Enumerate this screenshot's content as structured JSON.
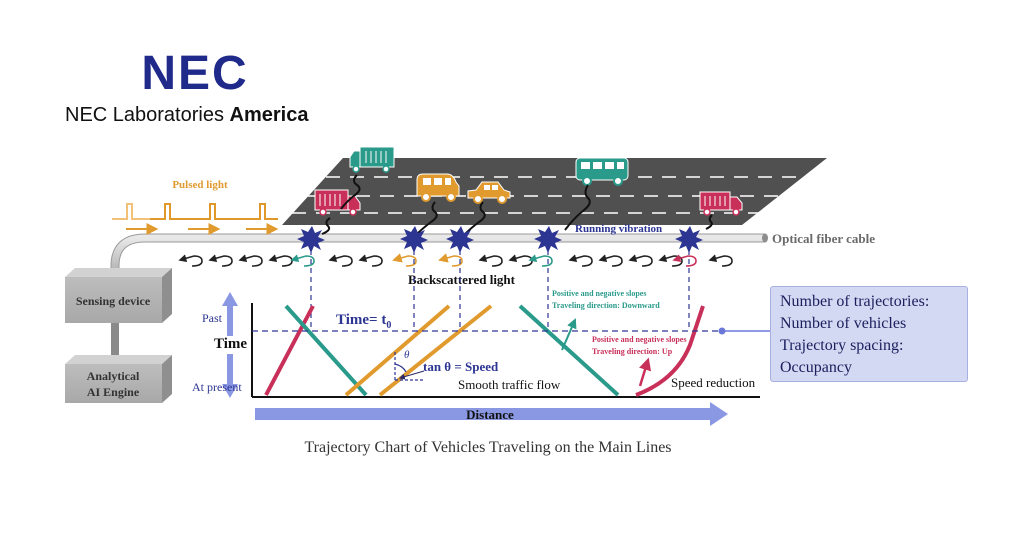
{
  "logo": {
    "brand": "NEC",
    "lab_prefix": "NEC Laboratories ",
    "lab_bold": "America"
  },
  "labels": {
    "pulsed_light": "Pulsed light",
    "running_vibration": "Running vibration",
    "optical_fiber_cable": "Optical fiber cable",
    "backscattered_light": "Backscattered light",
    "sensing_device": "Sensing device",
    "ai_engine_line1": "Analytical",
    "ai_engine_line2": "AI Engine"
  },
  "chart": {
    "past": "Past",
    "time": "Time",
    "at_present": "At present",
    "time_t0": "Time= t",
    "t0_sub": "0",
    "theta": "θ",
    "tan_speed": "tan θ = Speed",
    "smooth_flow": "Smooth traffic flow",
    "speed_reduction": "Speed reduction",
    "distance": "Distance",
    "pos_neg_down_1": "Positive and negative slopes",
    "pos_neg_down_2": "Traveling direction: Downward",
    "pos_neg_up_1": "Positive and negative slopes",
    "pos_neg_up_2": "Traveling direction: Up",
    "caption": "Trajectory Chart of Vehicles Traveling on the Main Lines"
  },
  "info_box": {
    "line1": "Number of trajectories:",
    "line2": "Number of vehicles",
    "line3": "Trajectory spacing:",
    "line4": "Occupancy"
  },
  "colors": {
    "nec_blue": "#1f2a8a",
    "red_trajectory": "#c8305a",
    "teal_trajectory": "#2a9a8a",
    "orange_trajectory": "#e09a2e",
    "arrow_blue": "#7f8ee0",
    "road": "#555555"
  }
}
